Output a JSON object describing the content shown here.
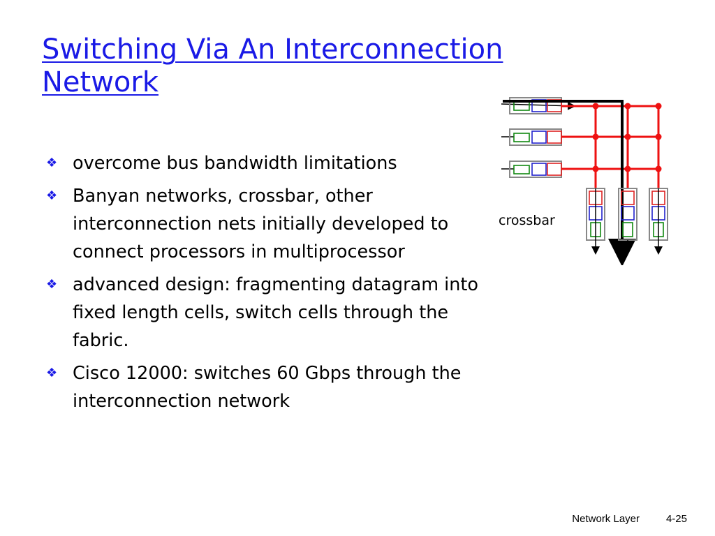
{
  "slide": {
    "title_line1": "Switching Via An Interconnection",
    "title_line2": "Network",
    "bullets": [
      "overcome  bus bandwidth limitations",
      "Banyan networks, crossbar, other interconnection nets initially developed to connect processors in multiprocessor",
      "advanced design: fragmenting datagram into fixed length cells, switch cells through the fabric.",
      "Cisco 12000: switches 60 Gbps through the interconnection network"
    ],
    "bullet_icon": "❖"
  },
  "diagram": {
    "label": "crossbar",
    "colors": {
      "crossbar_lines": "#ee1111",
      "path": "#000000",
      "cell_green": "#118811",
      "cell_blue": "#2222cc",
      "cell_red": "#dd2222",
      "buffer_border": "#888888"
    }
  },
  "footer": {
    "section": "Network Layer",
    "page": "4-25"
  },
  "colors": {
    "title": "#1a1ae6",
    "bullet_icon": "#1a1ae6",
    "text": "#000000"
  }
}
